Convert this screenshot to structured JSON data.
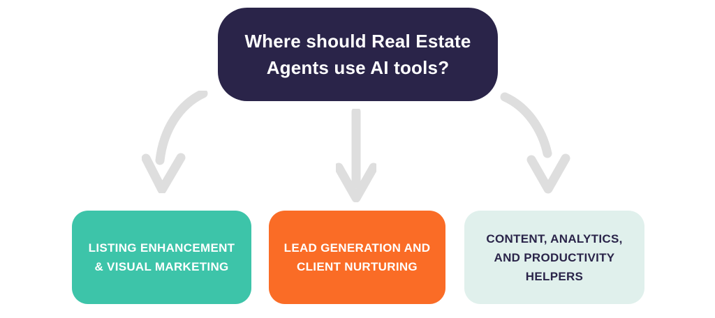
{
  "background_color": "#FFFFFF",
  "title_box": {
    "lines": [
      "Where should Real Estate",
      "Agents use AI tools?"
    ],
    "bg_color": "#2A2449",
    "text_color": "#FFFFFF"
  },
  "arrows": [
    {
      "name": "curved-down-left-arrow",
      "direction": "down-left",
      "color": "#DEDEDE"
    },
    {
      "name": "straight-down-arrow",
      "direction": "down",
      "color": "#DEDEDE"
    },
    {
      "name": "curved-down-right-arrow",
      "direction": "down-right",
      "color": "#DEDEDE"
    }
  ],
  "category_boxes": [
    {
      "lines": [
        "LISTING ENHANCEMENT",
        "& VISUAL MARKETING"
      ],
      "bg_color": "#3DC4A9",
      "text_color": "#FFFFFF"
    },
    {
      "lines": [
        "LEAD GENERATION AND",
        "CLIENT NURTURING"
      ],
      "bg_color": "#FA6C26",
      "text_color": "#FFFFFF"
    },
    {
      "lines": [
        "CONTENT, ANALYTICS,",
        "AND PRODUCTIVITY",
        "HELPERS"
      ],
      "bg_color": "#E0F0EC",
      "text_color": "#2A2449"
    }
  ]
}
